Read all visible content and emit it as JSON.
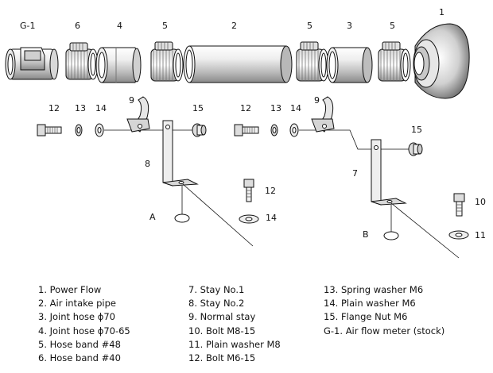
{
  "callouts": {
    "g1": "G-1",
    "n1": "1",
    "n2": "2",
    "n3": "3",
    "n4": "4",
    "n5a": "5",
    "n5b": "5",
    "n5c": "5",
    "n6": "6",
    "n7": "7",
    "n8": "8",
    "n9a": "9",
    "n9b": "9",
    "n10": "10",
    "n11": "11",
    "n12a": "12",
    "n12b": "12",
    "n12c": "12",
    "n13a": "13",
    "n13b": "13",
    "n14a": "14",
    "n14b": "14",
    "n14c": "14",
    "n15a": "15",
    "n15b": "15",
    "a": "A",
    "b": "B"
  },
  "legend": {
    "col1": [
      "1. Power Flow",
      "2. Air intake pipe",
      "3. Joint hose ϕ70",
      "4. Joint hose ϕ70-65",
      "5. Hose band #48",
      "6. Hose band #40"
    ],
    "col2": [
      "7. Stay No.1",
      "8. Stay No.2",
      "9. Normal stay",
      "10. Bolt M8-15",
      "11. Plain washer M8",
      "12. Bolt M6-15"
    ],
    "col3": [
      "13. Spring washer M6",
      "14. Plain washer M6",
      "15. Flange Nut M6",
      "G-1. Air flow meter (stock)"
    ]
  }
}
